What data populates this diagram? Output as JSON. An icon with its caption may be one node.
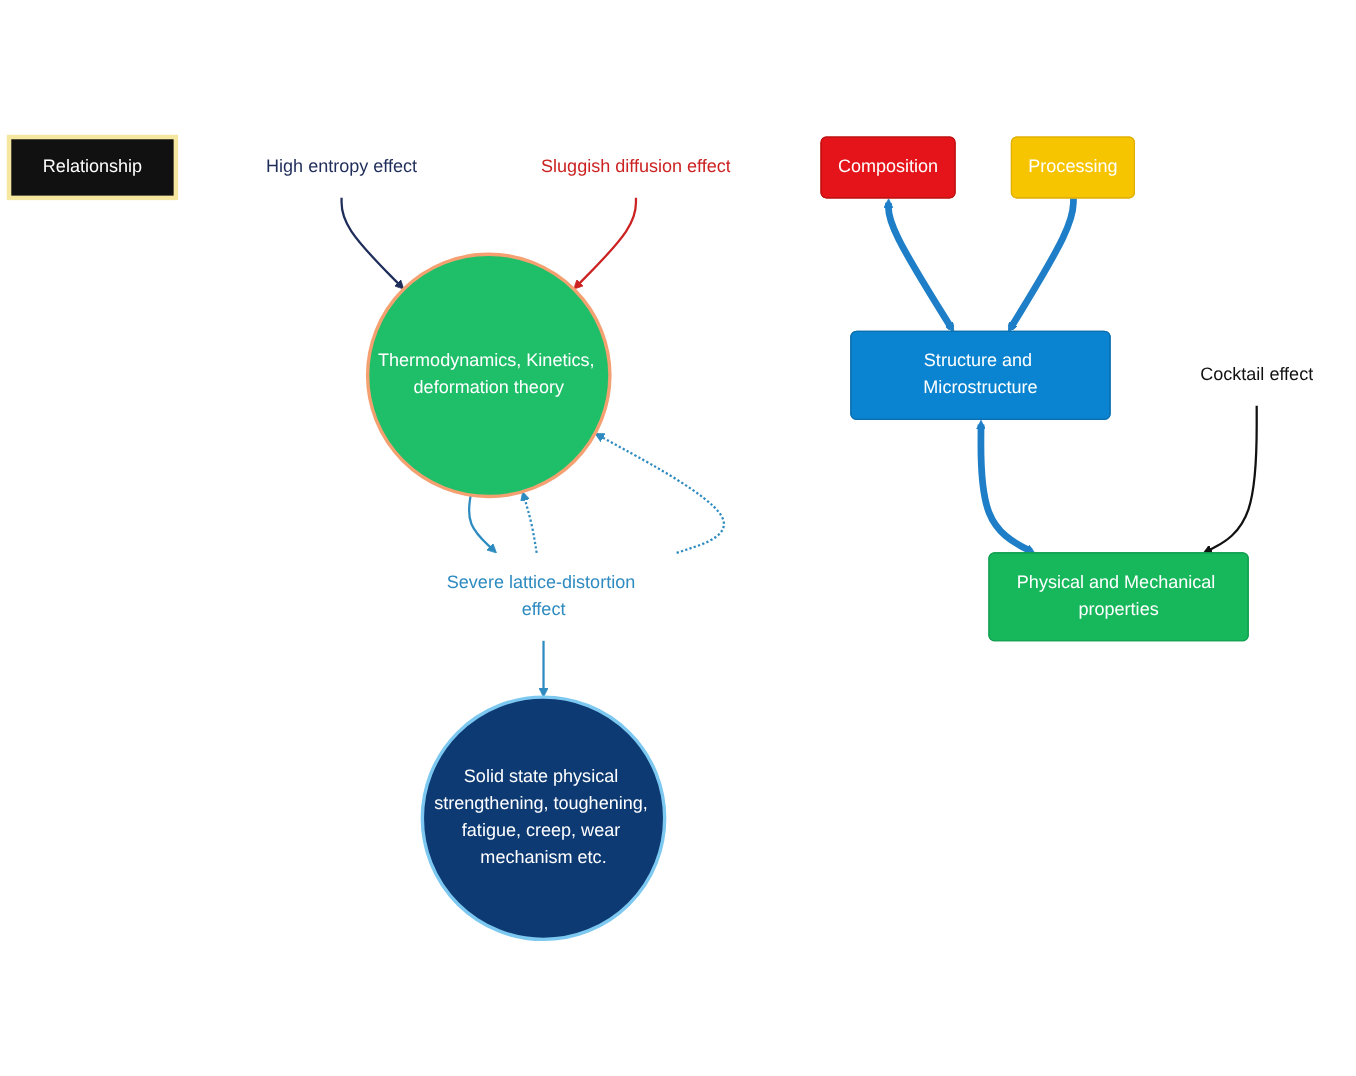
{
  "diagram": {
    "nodes": [
      {
        "text": [
          "Relationship"
        ]
      },
      {
        "text": [
          "High entropy effect"
        ]
      },
      {
        "text": [
          "Thermodynamics, Kinetics, deformation theory"
        ]
      },
      {
        "text": [
          "Sluggish diffusion effect"
        ]
      },
      {
        "text": [
          "Severe lattice-distortion effect"
        ]
      },
      {
        "text": [
          "Solid state physical strengthening, toughening, fatigue, creep, wear mechanism etc."
        ]
      },
      {
        "text": [
          "Composition"
        ]
      },
      {
        "text": [
          "Processing"
        ]
      },
      {
        "text": [
          "Structure and Microstructure"
        ]
      },
      {
        "text": [
          "Cocktail effect"
        ]
      },
      {
        "text": [
          "Physical and Mechanical properties"
        ]
      }
    ],
    "edges": [
      {
        "from": 1,
        "to": 2,
        "arrow": "to",
        "color": "#1f2d5a"
      },
      {
        "from": 3,
        "to": 2,
        "arrow": "to",
        "color": "#cc2222"
      },
      {
        "from": 4,
        "to": 2,
        "arrow": "to",
        "style": "dashed"
      },
      {
        "from": 4,
        "to": 2,
        "arrow": "to",
        "style": "dashed"
      },
      {
        "from": 2,
        "to": 4,
        "arrow": "to"
      },
      {
        "from": 4,
        "to": 5,
        "arrow": "to"
      },
      {
        "from": 6,
        "to": 8,
        "arrow": "both",
        "style": "thick"
      },
      {
        "from": 7,
        "to": 8,
        "arrow": "to",
        "style": "thick"
      },
      {
        "from": 8,
        "to": 10,
        "arrow": "both",
        "style": "thick"
      },
      {
        "from": 9,
        "to": 10,
        "arrow": "to",
        "color": "#111111"
      }
    ]
  }
}
